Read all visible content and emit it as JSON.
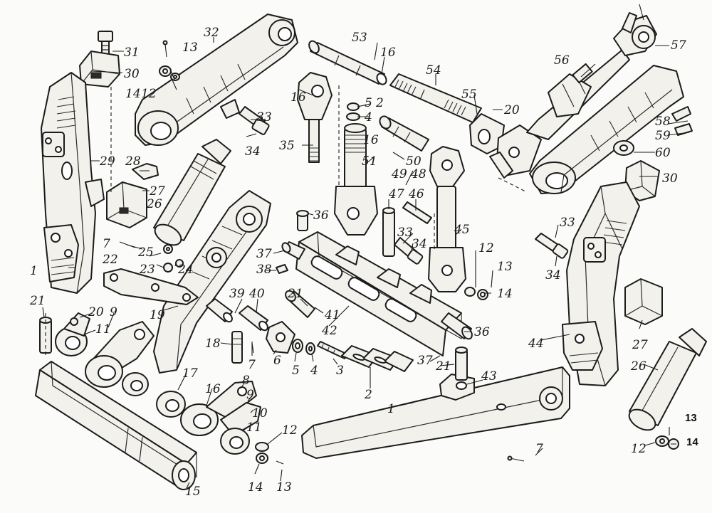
{
  "callouts": [
    {
      "id": "c31",
      "text": "31"
    },
    {
      "id": "c13a",
      "text": "13"
    },
    {
      "id": "c30a",
      "text": "30"
    },
    {
      "id": "c14a",
      "text": "14"
    },
    {
      "id": "c12a",
      "text": "12"
    },
    {
      "id": "c32",
      "text": "32"
    },
    {
      "id": "c53",
      "text": "53"
    },
    {
      "id": "c16a",
      "text": "16"
    },
    {
      "id": "c54",
      "text": "54"
    },
    {
      "id": "c57",
      "text": "57"
    },
    {
      "id": "c56",
      "text": "56"
    },
    {
      "id": "c5a",
      "text": "5"
    },
    {
      "id": "c2a",
      "text": "2"
    },
    {
      "id": "c4a",
      "text": "4"
    },
    {
      "id": "c16b",
      "text": "16"
    },
    {
      "id": "c16c",
      "text": "16"
    },
    {
      "id": "c33a",
      "text": "33"
    },
    {
      "id": "c34a",
      "text": "34"
    },
    {
      "id": "c35",
      "text": "35"
    },
    {
      "id": "c55",
      "text": "55"
    },
    {
      "id": "c20a",
      "text": "20"
    },
    {
      "id": "c58",
      "text": "58"
    },
    {
      "id": "c59",
      "text": "59"
    },
    {
      "id": "c60",
      "text": "60"
    },
    {
      "id": "c29",
      "text": "29"
    },
    {
      "id": "c28",
      "text": "28"
    },
    {
      "id": "c51",
      "text": "51"
    },
    {
      "id": "c50",
      "text": "50"
    },
    {
      "id": "c4948",
      "text": "49 48"
    },
    {
      "id": "c27a",
      "text": "27"
    },
    {
      "id": "c26a",
      "text": "26"
    },
    {
      "id": "c47",
      "text": "47"
    },
    {
      "id": "c46",
      "text": "46"
    },
    {
      "id": "c30b",
      "text": "30"
    },
    {
      "id": "c36a",
      "text": "36"
    },
    {
      "id": "c45",
      "text": "45"
    },
    {
      "id": "c33b",
      "text": "33"
    },
    {
      "id": "c34b",
      "text": "34"
    },
    {
      "id": "c12b",
      "text": "12"
    },
    {
      "id": "c7a",
      "text": "7"
    },
    {
      "id": "c22",
      "text": "22"
    },
    {
      "id": "c25",
      "text": "25"
    },
    {
      "id": "c37a",
      "text": "37"
    },
    {
      "id": "c33c",
      "text": "33"
    },
    {
      "id": "c34c",
      "text": "34"
    },
    {
      "id": "c1a",
      "text": "1"
    },
    {
      "id": "c23",
      "text": "23"
    },
    {
      "id": "c24",
      "text": "24"
    },
    {
      "id": "c38",
      "text": "38"
    },
    {
      "id": "c13b",
      "text": "13"
    },
    {
      "id": "c14b",
      "text": "14"
    },
    {
      "id": "c21a",
      "text": "21"
    },
    {
      "id": "c39",
      "text": "39"
    },
    {
      "id": "c40",
      "text": "40"
    },
    {
      "id": "c21b",
      "text": "21"
    },
    {
      "id": "c41",
      "text": "41"
    },
    {
      "id": "c20b",
      "text": "20"
    },
    {
      "id": "c9a",
      "text": "9"
    },
    {
      "id": "c19",
      "text": "19"
    },
    {
      "id": "c42",
      "text": "42"
    },
    {
      "id": "c36b",
      "text": "36"
    },
    {
      "id": "c11a",
      "text": "11"
    },
    {
      "id": "c44",
      "text": "44"
    },
    {
      "id": "c27b",
      "text": "27"
    },
    {
      "id": "c18",
      "text": "18"
    },
    {
      "id": "c7b",
      "text": "7"
    },
    {
      "id": "c6",
      "text": "6"
    },
    {
      "id": "c5b",
      "text": "5"
    },
    {
      "id": "c4b",
      "text": "4"
    },
    {
      "id": "c3",
      "text": "3"
    },
    {
      "id": "c37b",
      "text": "37"
    },
    {
      "id": "c21c",
      "text": "21"
    },
    {
      "id": "c26b",
      "text": "26"
    },
    {
      "id": "c17",
      "text": "17"
    },
    {
      "id": "c16d",
      "text": "16"
    },
    {
      "id": "c8",
      "text": "8"
    },
    {
      "id": "c9b",
      "text": "9"
    },
    {
      "id": "c2b",
      "text": "2"
    },
    {
      "id": "c43",
      "text": "43"
    },
    {
      "id": "c1b",
      "text": "1"
    },
    {
      "id": "c10",
      "text": "10"
    },
    {
      "id": "c11b",
      "text": "11"
    },
    {
      "id": "c12c",
      "text": "12"
    },
    {
      "id": "c15",
      "text": "15"
    },
    {
      "id": "c14c",
      "text": "14"
    },
    {
      "id": "c13c",
      "text": "13"
    },
    {
      "id": "c7c",
      "text": "7"
    },
    {
      "id": "c12d",
      "text": "12"
    },
    {
      "id": "c13d",
      "text": "13"
    },
    {
      "id": "c14d",
      "text": "14"
    }
  ]
}
